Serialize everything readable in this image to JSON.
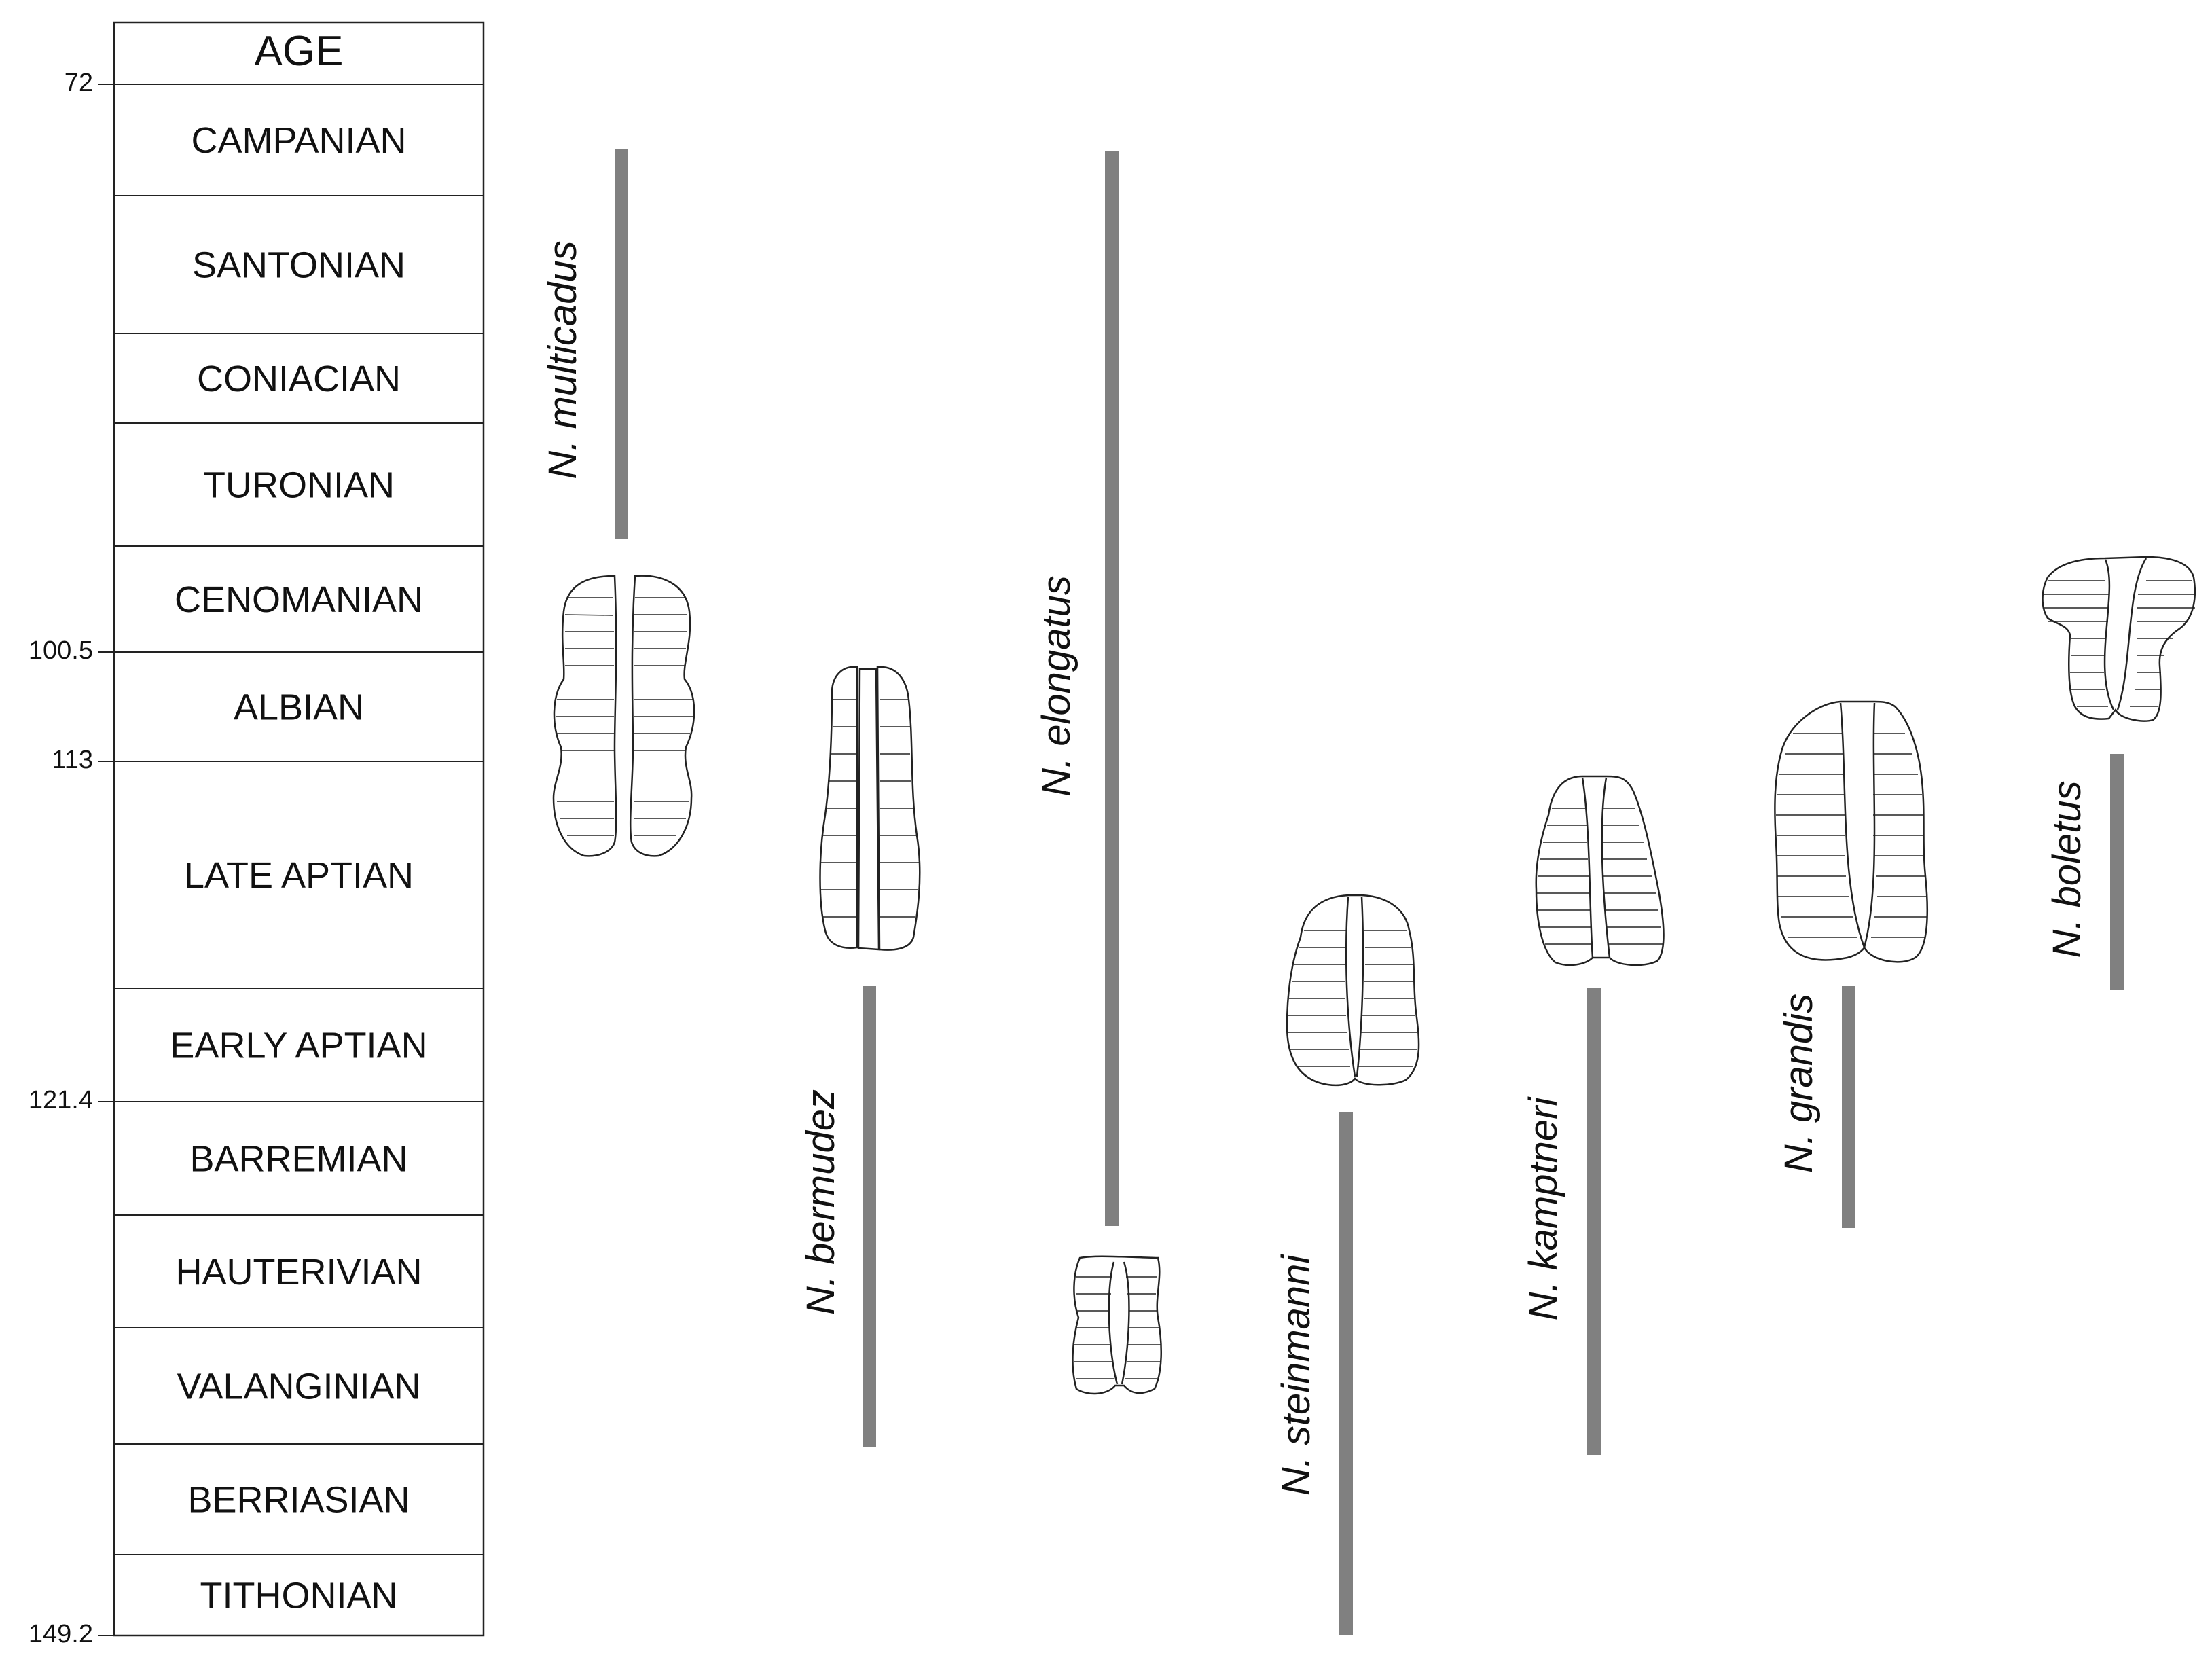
{
  "figure": {
    "header": "AGE",
    "stages": [
      {
        "name": "CAMPANIAN"
      },
      {
        "name": "SANTONIAN"
      },
      {
        "name": "CONIACIAN"
      },
      {
        "name": "TURONIAN"
      },
      {
        "name": "CENOMANIAN"
      },
      {
        "name": "ALBIAN"
      },
      {
        "name": "LATE APTIAN"
      },
      {
        "name": "EARLY APTIAN"
      },
      {
        "name": "BARREMIAN"
      },
      {
        "name": "HAUTERIVIAN"
      },
      {
        "name": "VALANGINIAN"
      },
      {
        "name": "BERRIASIAN"
      },
      {
        "name": "TITHONIAN"
      }
    ],
    "age_ticks": [
      "72",
      "100.5",
      "113",
      "121.4",
      "149.2"
    ],
    "range_bar_color": "#808080",
    "taxa": [
      {
        "name": "N. multicadus",
        "first_stage": "CAMPANIAN",
        "last_stage": "TURONIAN"
      },
      {
        "name": "N. bermudez",
        "first_stage": "EARLY APTIAN",
        "last_stage": "VALANGINIAN"
      },
      {
        "name": "N. elongatus",
        "first_stage": "CAMPANIAN",
        "last_stage": "BARREMIAN"
      },
      {
        "name": "N. steinmanni",
        "first_stage": "BARREMIAN",
        "last_stage": "TITHONIAN"
      },
      {
        "name": "N. kamptneri",
        "first_stage": "EARLY APTIAN",
        "last_stage": "VALANGINIAN"
      },
      {
        "name": "N. grandis",
        "first_stage": "EARLY APTIAN",
        "last_stage": "BARREMIAN"
      },
      {
        "name": "N. boletus",
        "first_stage": "LATE APTIAN",
        "last_stage": "EARLY APTIAN"
      }
    ],
    "illustration_icon": "nannofossil-outline"
  }
}
